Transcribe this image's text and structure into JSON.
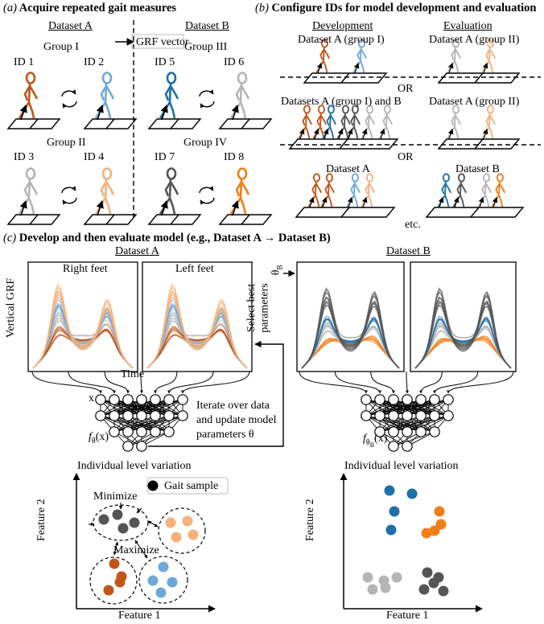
{
  "panel_a": {
    "letter": "(a)",
    "title": "Acquire repeated gait measures",
    "dataset_a": "Dataset A",
    "dataset_b": "Dataset B",
    "grf_vector": "GRF vector",
    "groups": [
      "Group I",
      "Group II",
      "Group III",
      "Group IV"
    ],
    "ids": [
      "ID 1",
      "ID 2",
      "ID 3",
      "ID 4",
      "ID 5",
      "ID 6",
      "ID 7",
      "ID 8"
    ]
  },
  "panel_b": {
    "letter": "(b)",
    "title": "Configure IDs for model development and evaluation",
    "development": "Development",
    "evaluation": "Evaluation",
    "row1_dev": "Dataset A (group I)",
    "row1_eval": "Dataset A (group II)",
    "or": "OR",
    "row2_dev": "Datasets A (group I) and B",
    "row2_eval": "Dataset A (group II)",
    "row3_dev": "Dataset A",
    "row3_eval": "Dataset B",
    "etc": "etc."
  },
  "panel_c": {
    "letter": "(c)",
    "title": "Develop and then evaluate model (e.g., Dataset A → Dataset B)",
    "dataset_a": "Dataset A",
    "dataset_b": "Dataset B",
    "right_feet": "Right feet",
    "left_feet": "Left feet",
    "ylabel": "Vertical GRF",
    "xlabel": "Time",
    "input_label": "x",
    "model_label": "f",
    "model_sub": "θ",
    "model_arg": "(x)",
    "model_b_sub": "θ",
    "model_b_subsub": "B",
    "select_line1": "Select best",
    "select_line2": "parameters",
    "theta_b": "θ",
    "theta_b_sub": "B",
    "iterate": [
      "Iterate over data",
      "and update model",
      "parameters θ"
    ],
    "variation_left": "Individual level variation",
    "variation_right": "Individual level variation",
    "gait_sample": "Gait sample",
    "minimize": "Minimize",
    "maximize": "Maximize",
    "feature1_left": "Feature 1",
    "feature2_left": "Feature 2",
    "feature1_right": "Feature 1",
    "feature2_right": "Feature 2"
  },
  "colors": {
    "orange_dark": "#c2561a",
    "blue_light": "#6fa8d8",
    "blue_dark": "#1f6fa8",
    "gray_light": "#b5b5b5",
    "gray_dark": "#555555",
    "orange_light": "#f5b27a",
    "orange_bright": "#f07f1a",
    "black": "#000000"
  }
}
